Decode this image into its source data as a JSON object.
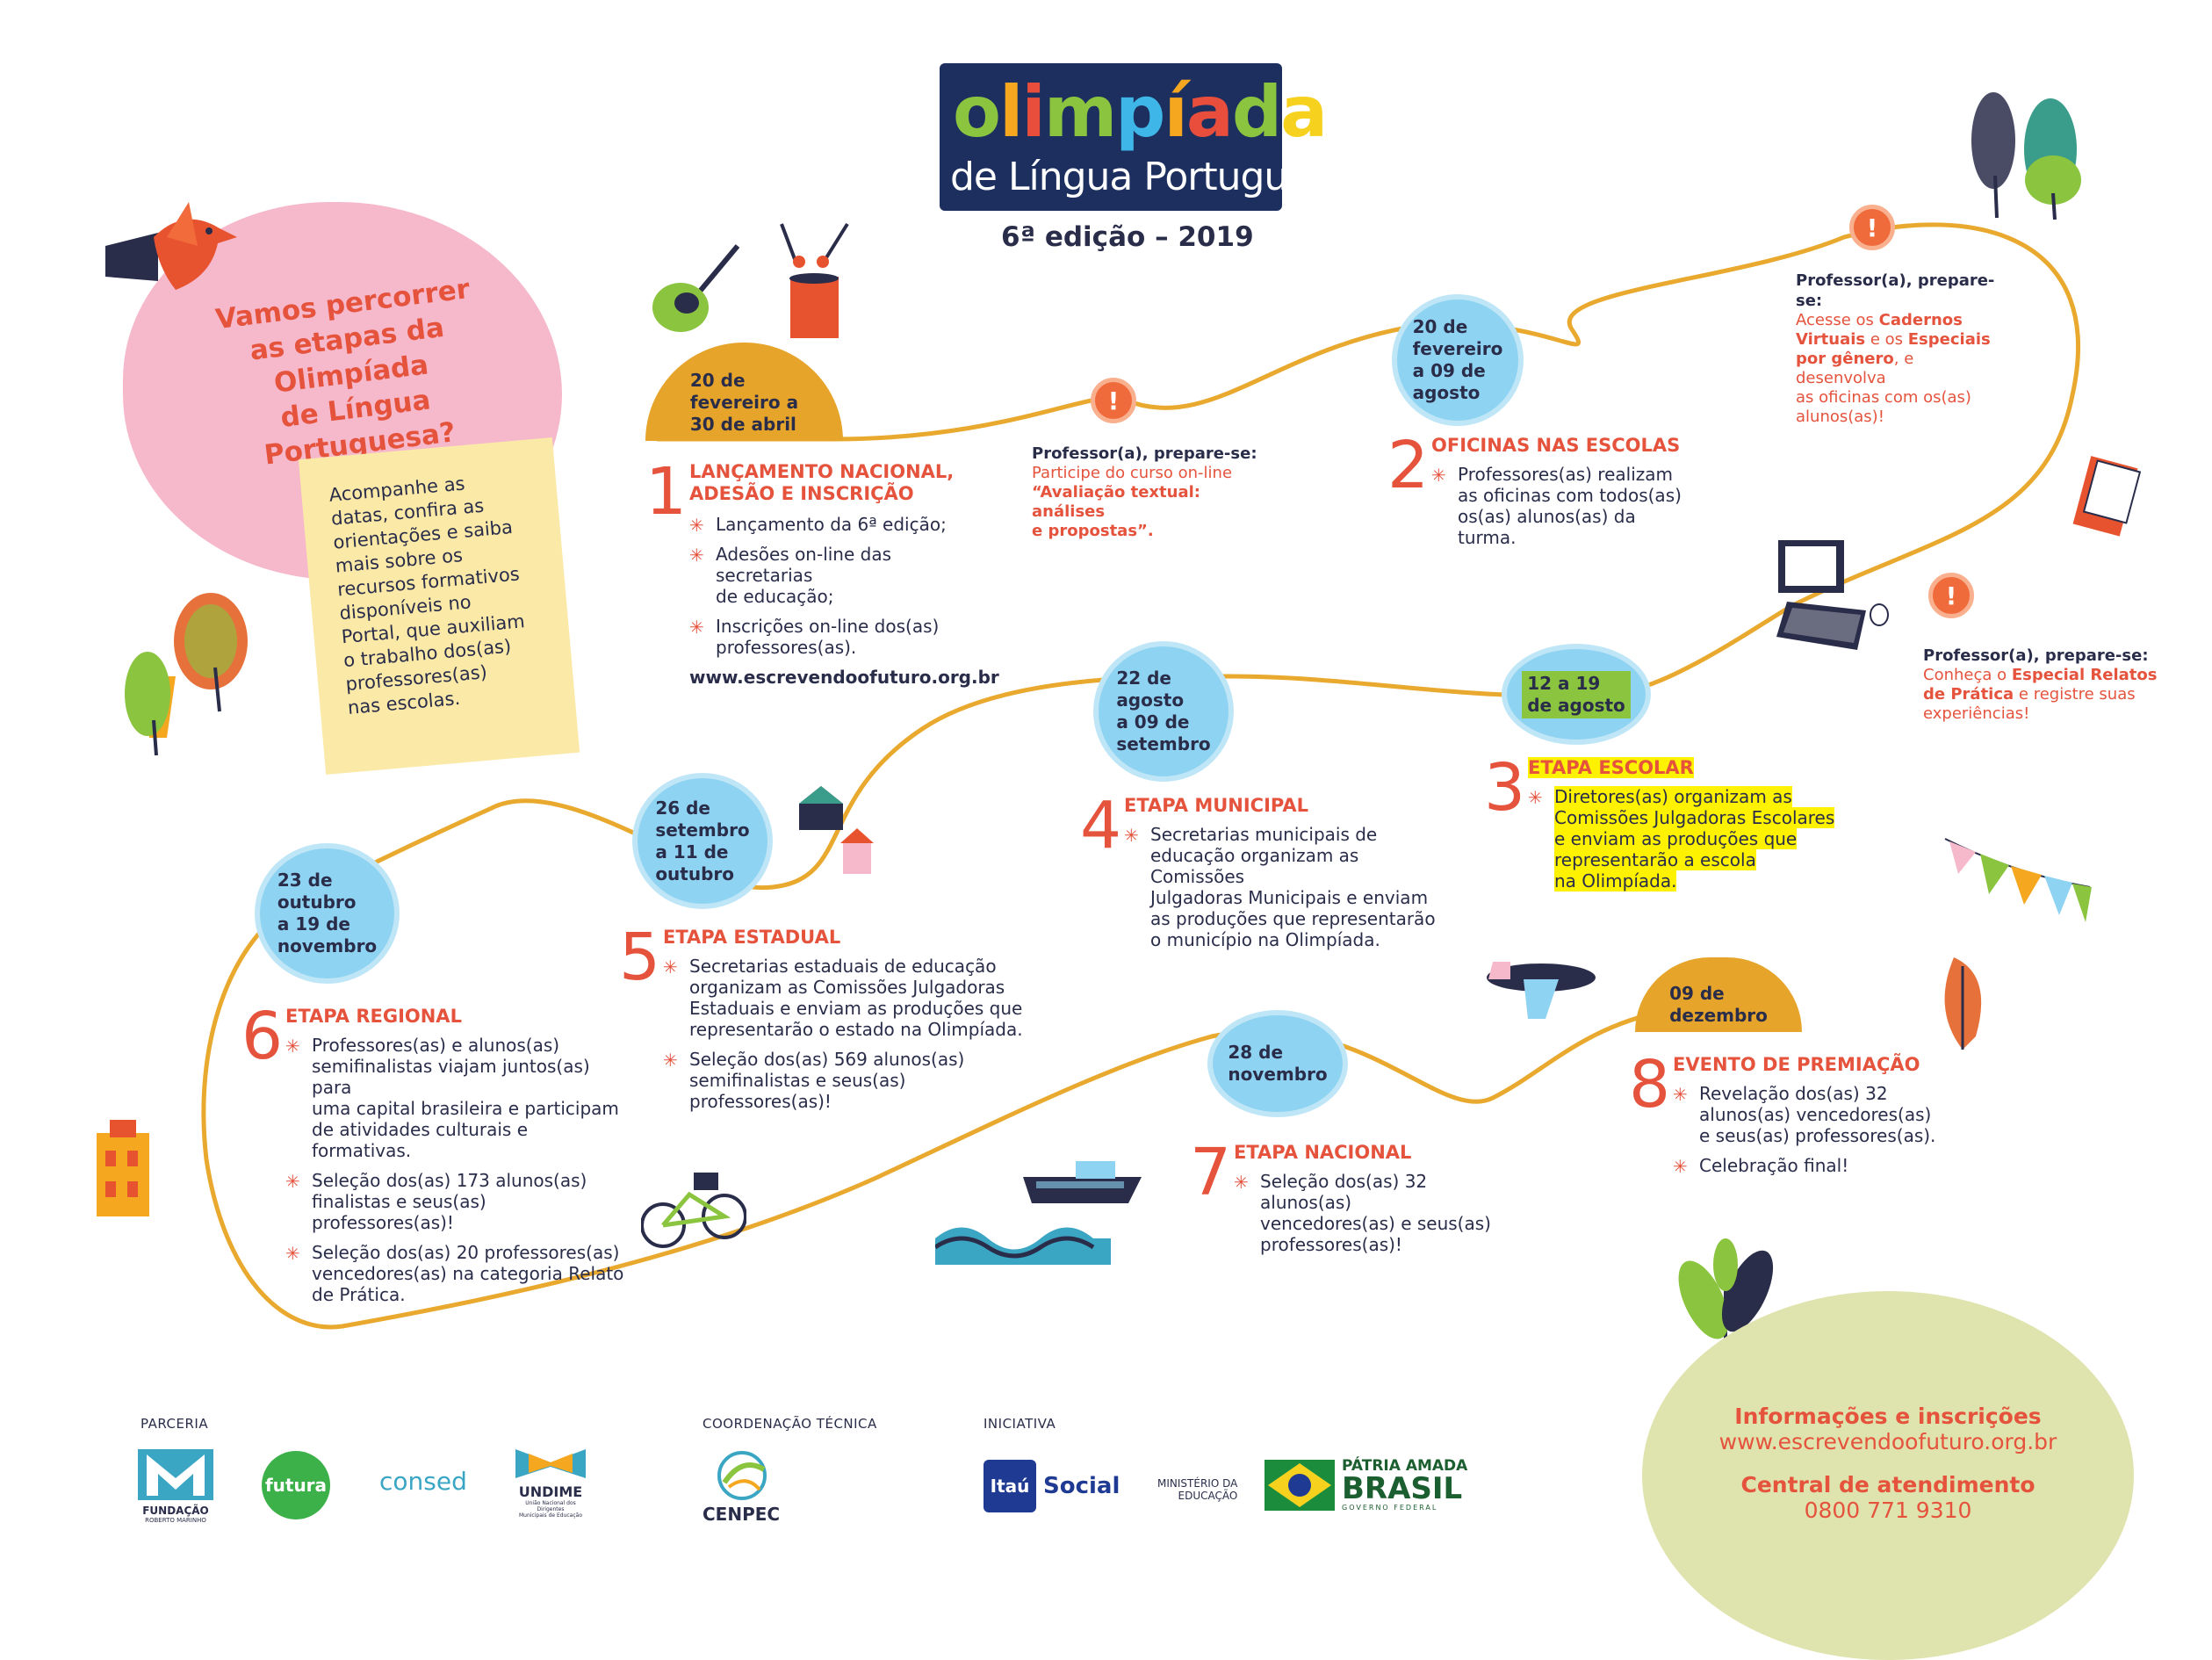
{
  "header": {
    "logo_letters": [
      {
        "ch": "o",
        "color": "#8bc43f"
      },
      {
        "ch": "l",
        "color": "#f4a71f"
      },
      {
        "ch": "i",
        "color": "#e94e3c"
      },
      {
        "ch": "m",
        "color": "#8bc43f"
      },
      {
        "ch": "p",
        "color": "#3eb7e8"
      },
      {
        "ch": "í",
        "color": "#f4a71f"
      },
      {
        "ch": "a",
        "color": "#e94e3c"
      },
      {
        "ch": "d",
        "color": "#8bc43f"
      },
      {
        "ch": "a",
        "color": "#f6d21f"
      }
    ],
    "logo_subtitle": "de Língua Portuguesa",
    "edition": "6ª edição – 2019"
  },
  "intro": {
    "question": "Vamos percorrer\nas etapas da Olimpíada\nde Língua Portuguesa?",
    "note": "Acompanhe as\ndatas, confira as\norientações e saiba\nmais sobre os\nrecursos formativos\ndisponíveis no\nPortal, que auxiliam\no trabalho dos(as)\nprofessores(as)\nnas escolas."
  },
  "dates": {
    "d1": "20 de\nfevereiro a\n30 de abril",
    "d2": "20 de\nfevereiro\na 09 de\nagosto",
    "d3": "12 a 19\nde agosto",
    "d4": "22 de\nagosto\na 09 de\nsetembro",
    "d5": "26 de\nsetembro\na 11 de\noutubro",
    "d6": "23 de\noutubro\na 19 de\nnovembro",
    "d7": "28 de\nnovembro",
    "d8": "09 de\ndezembro",
    "alert_symbol": "!"
  },
  "stages": {
    "s1": {
      "num": "1",
      "title": "LANÇAMENTO NACIONAL,\nADESÃO E INSCRIÇÃO",
      "items": [
        "Lançamento da 6ª edição;",
        "Adesões on-line das secretarias\nde educação;",
        "Inscrições on-line dos(as)\nprofessores(as)."
      ],
      "url": "www.escrevendoofuturo.org.br"
    },
    "s2": {
      "num": "2",
      "title": "OFICINAS NAS ESCOLAS",
      "items": [
        "Professores(as) realizam\nas oficinas com todos(as)\nos(as) alunos(as) da turma."
      ]
    },
    "s3": {
      "num": "3",
      "title": "ETAPA ESCOLAR",
      "items": [
        "Diretores(as) organizam as\nComissões Julgadoras Escolares\ne enviam as produções que\nrepresentarão a escola\nna Olimpíada."
      ]
    },
    "s4": {
      "num": "4",
      "title": "ETAPA MUNICIPAL",
      "items": [
        "Secretarias municipais de\neducação organizam as Comissões\nJulgadoras Municipais e enviam\nas produções que representarão\no município na Olimpíada."
      ]
    },
    "s5": {
      "num": "5",
      "title": "ETAPA ESTADUAL",
      "items": [
        "Secretarias estaduais de educação\norganizam as Comissões Julgadoras\nEstaduais e enviam as produções que\nrepresentarão o estado na Olimpíada.",
        "Seleção dos(as) 569 alunos(as)\nsemifinalistas e seus(as)\nprofessores(as)!"
      ]
    },
    "s6": {
      "num": "6",
      "title": "ETAPA REGIONAL",
      "items": [
        "Professores(as) e alunos(as)\nsemifinalistas viajam juntos(as) para\numa capital brasileira e participam\nde atividades culturais e formativas.",
        "Seleção dos(as) 173 alunos(as)\nfinalistas e seus(as) professores(as)!",
        "Seleção dos(as) 20 professores(as)\nvencedores(as) na categoria Relato\nde Prática."
      ]
    },
    "s7": {
      "num": "7",
      "title": "ETAPA NACIONAL",
      "items": [
        "Seleção dos(as) 32 alunos(as)\nvencedores(as) e seus(as)\nprofessores(as)!"
      ]
    },
    "s8": {
      "num": "8",
      "title": "EVENTO DE PREMIAÇÃO",
      "items": [
        "Revelação dos(as) 32\nalunos(as) vencedores(as)\ne seus(as) professores(as).",
        "Celebração final!"
      ]
    },
    "bullet": "✳"
  },
  "prepare": {
    "p1": {
      "title": "Professor(a), prepare-se:",
      "line1": "Participe do curso on-line",
      "bold": "“Avaliação textual: análises\ne propostas”."
    },
    "p2": {
      "title": "Professor(a), prepare-se:",
      "a": "Acesse os ",
      "b": "Cadernos\nVirtuais",
      "c": " e os ",
      "d": "Especiais\npor gênero",
      "e": ", e desenvolva\nas oficinas com os(as)\nalunos(as)!"
    },
    "p3": {
      "title": "Professor(a), prepare-se:",
      "a": "Conheça o ",
      "b": "Especial Relatos\nde Prática",
      "c": " e registre suas\nexperiências!"
    }
  },
  "footer": {
    "parceria": "PARCERIA",
    "coordenacao": "COORDENAÇÃO TÉCNICA",
    "iniciativa": "INICIATIVA",
    "fundacao": "FUNDAÇÃO",
    "roberto": "ROBERTO MARINHO",
    "futura": "futura",
    "consed": "consed",
    "undime": "UNDIME",
    "undime_sub": "União Nacional dos Dirigentes\nMunicipais de Educação",
    "cenpec": "CENPEC",
    "itau": "Itaú",
    "social": "Social",
    "ministerio": "MINISTÉRIO DA\nEDUCAÇÃO",
    "patria": "PÁTRIA AMADA",
    "brasil": "BRASIL",
    "governo": "GOVERNO FEDERAL",
    "info_title": "Informações e inscrições",
    "info_url": "www.escrevendoofuturo.org.br",
    "central_title": "Central de atendimento",
    "phone": "0800 771 9310"
  },
  "colors": {
    "road": "#e9a92e",
    "circle": "#8fd3f2",
    "dome": "#e6a52a",
    "accent": "#e5533d",
    "navy": "#1c2f5e"
  }
}
